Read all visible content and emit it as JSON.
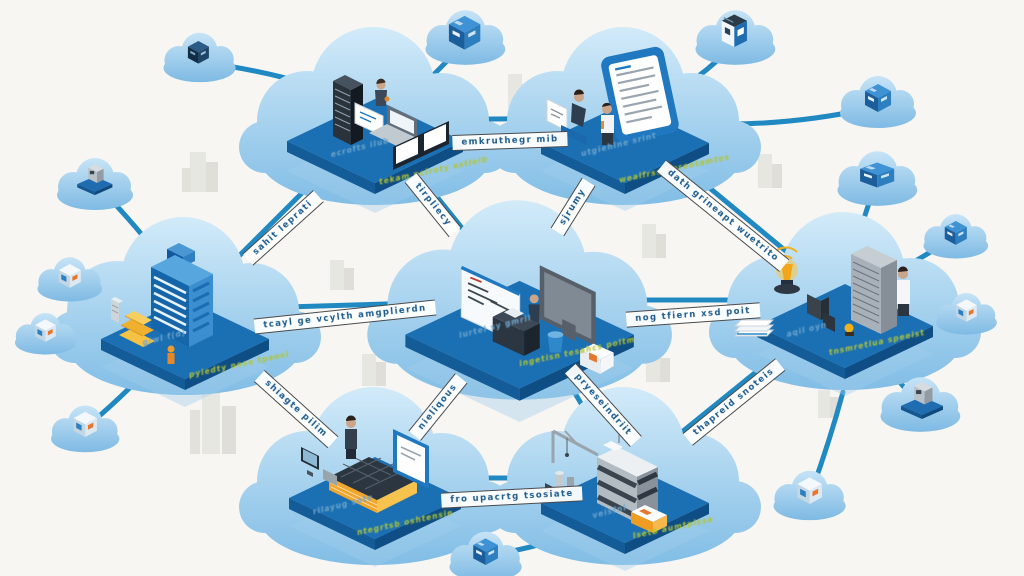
{
  "diagram": {
    "kind": "isometric-cloud-network-illustration",
    "colors": {
      "background": "#f7f6f3",
      "link": "#2089c2",
      "cloud_top": "#cfe9f8",
      "cloud_bottom": "#83c0e7",
      "platform": "#1b70b4",
      "accent_orange": "#ef9d22",
      "accent_gold": "#f2b62c"
    },
    "nodes": {
      "top_left": {
        "name": "workstation-cloud",
        "caption_blue": "ecrofts ilub",
        "caption_green": "tekam pciroty estleib"
      },
      "top_right": {
        "name": "collaboration-cloud",
        "caption_blue": "utgiehlne srint",
        "caption_green": "wealfrsed prootamtes"
      },
      "left": {
        "name": "enterprise-cloud",
        "caption_blue": "g/wl  f(d)",
        "caption_green": "pyiedty nose tpeesi"
      },
      "center": {
        "name": "control-center-cloud",
        "caption_blue": "lurtel sy gmril",
        "caption_green": "ingetisn tesahcs poltm"
      },
      "right": {
        "name": "server-room-cloud",
        "caption_blue": "aqil oyn",
        "caption_green": "tnsmretlua speeist"
      },
      "bottom_left": {
        "name": "training-cloud",
        "caption_blue": "rilayug sote",
        "caption_green": "ntegrtsb oshtensie"
      },
      "bottom_right": {
        "name": "factory-cloud",
        "caption_blue": "veisfnl",
        "caption_green": "lsetb aumtplsse"
      }
    },
    "links": [
      {
        "label": "emkruthegr mib"
      },
      {
        "label": "sahit leprati"
      },
      {
        "label": "tirpliecy"
      },
      {
        "label": "sjrumy"
      },
      {
        "label": "dath grineapt wuetrito"
      },
      {
        "label": "tcayl ge vcylth amgplierdn"
      },
      {
        "label": "nog tfiern xsd poit"
      },
      {
        "label": "shiagte pilim"
      },
      {
        "label": "nieliqous"
      },
      {
        "label": "pryeseindriit"
      },
      {
        "label": "thapreid snoteis"
      },
      {
        "label": "fro upacrtg tsosiate"
      }
    ],
    "satellites": [
      {
        "icon": "cube-icon"
      },
      {
        "icon": "cube-icon"
      },
      {
        "icon": "container-box-icon"
      },
      {
        "icon": "cube-icon"
      },
      {
        "icon": "cube-icon"
      },
      {
        "icon": "cube-icon"
      },
      {
        "icon": "cube-icon"
      },
      {
        "icon": "machine-tray-icon"
      },
      {
        "icon": "cube-icon"
      },
      {
        "icon": "cube-icon"
      },
      {
        "icon": "cube-icon"
      },
      {
        "icon": "cube-icon"
      },
      {
        "icon": "machine-tray-icon"
      },
      {
        "icon": "cube-icon"
      }
    ]
  }
}
